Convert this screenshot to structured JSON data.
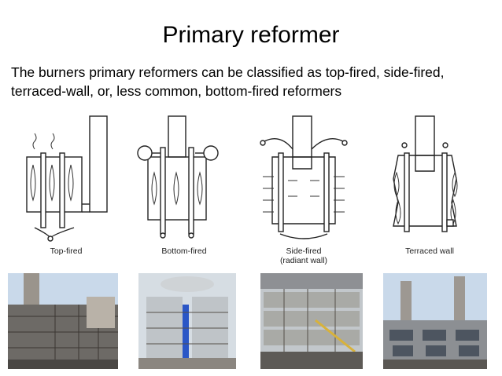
{
  "slide": {
    "title": "Primary reformer",
    "body": "The burners primary reformers can be classified as top-fired, side-fired, terraced-wall, or, less common, bottom-fired reformers"
  },
  "diagrams": [
    {
      "label": "Top-fired"
    },
    {
      "label": "Bottom-fired"
    },
    {
      "label": "Side-fired",
      "sublabel": "(radiant wall)"
    },
    {
      "label": "Terraced wall"
    }
  ],
  "colors": {
    "sky": "#c9d9ea",
    "steel": "#bfc4c8",
    "blue_pipe": "#2a56c6",
    "frame": "#55504a"
  }
}
